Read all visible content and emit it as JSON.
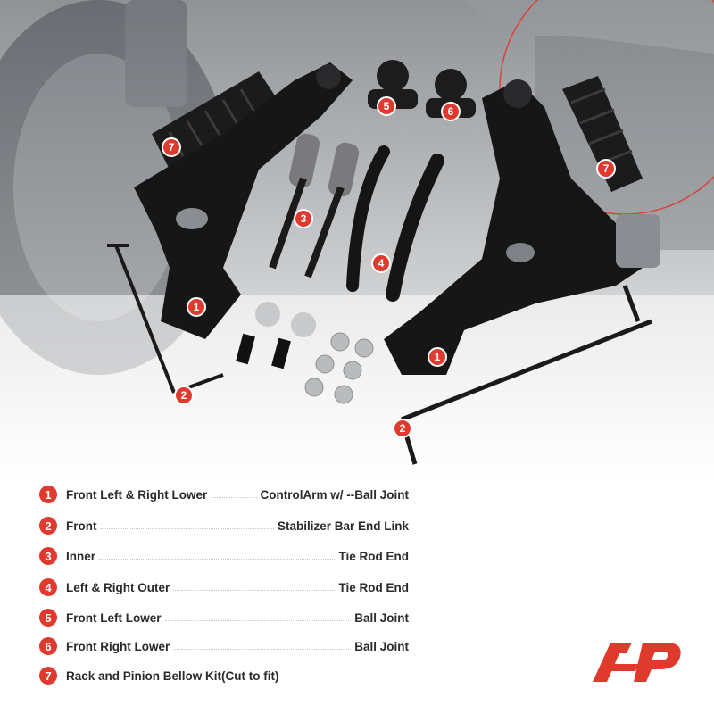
{
  "accent_color": "#e03a2f",
  "callouts": [
    "7",
    "5",
    "6",
    "7",
    "3",
    "4",
    "1",
    "1",
    "2",
    "2"
  ],
  "legend": [
    {
      "num": "1",
      "left": "Front Left & Right Lower",
      "right": "ControlArm w/ --Ball Joint"
    },
    {
      "num": "2",
      "left": "Front",
      "right": "Stabilizer Bar End Link"
    },
    {
      "num": "3",
      "left": "Inner",
      "right": "Tie Rod End"
    },
    {
      "num": "4",
      "left": "Left & Right Outer",
      "right": "Tie Rod End"
    },
    {
      "num": "5",
      "left": "Front Left Lower",
      "right": "Ball Joint"
    },
    {
      "num": "6",
      "left": "Front Right Lower",
      "right": "Ball Joint"
    },
    {
      "num": "7",
      "left": "Rack and Pinion Bellow Kit(Cut to fit)",
      "right": ""
    }
  ],
  "icons": {
    "logo": "brand-logo-icon"
  }
}
